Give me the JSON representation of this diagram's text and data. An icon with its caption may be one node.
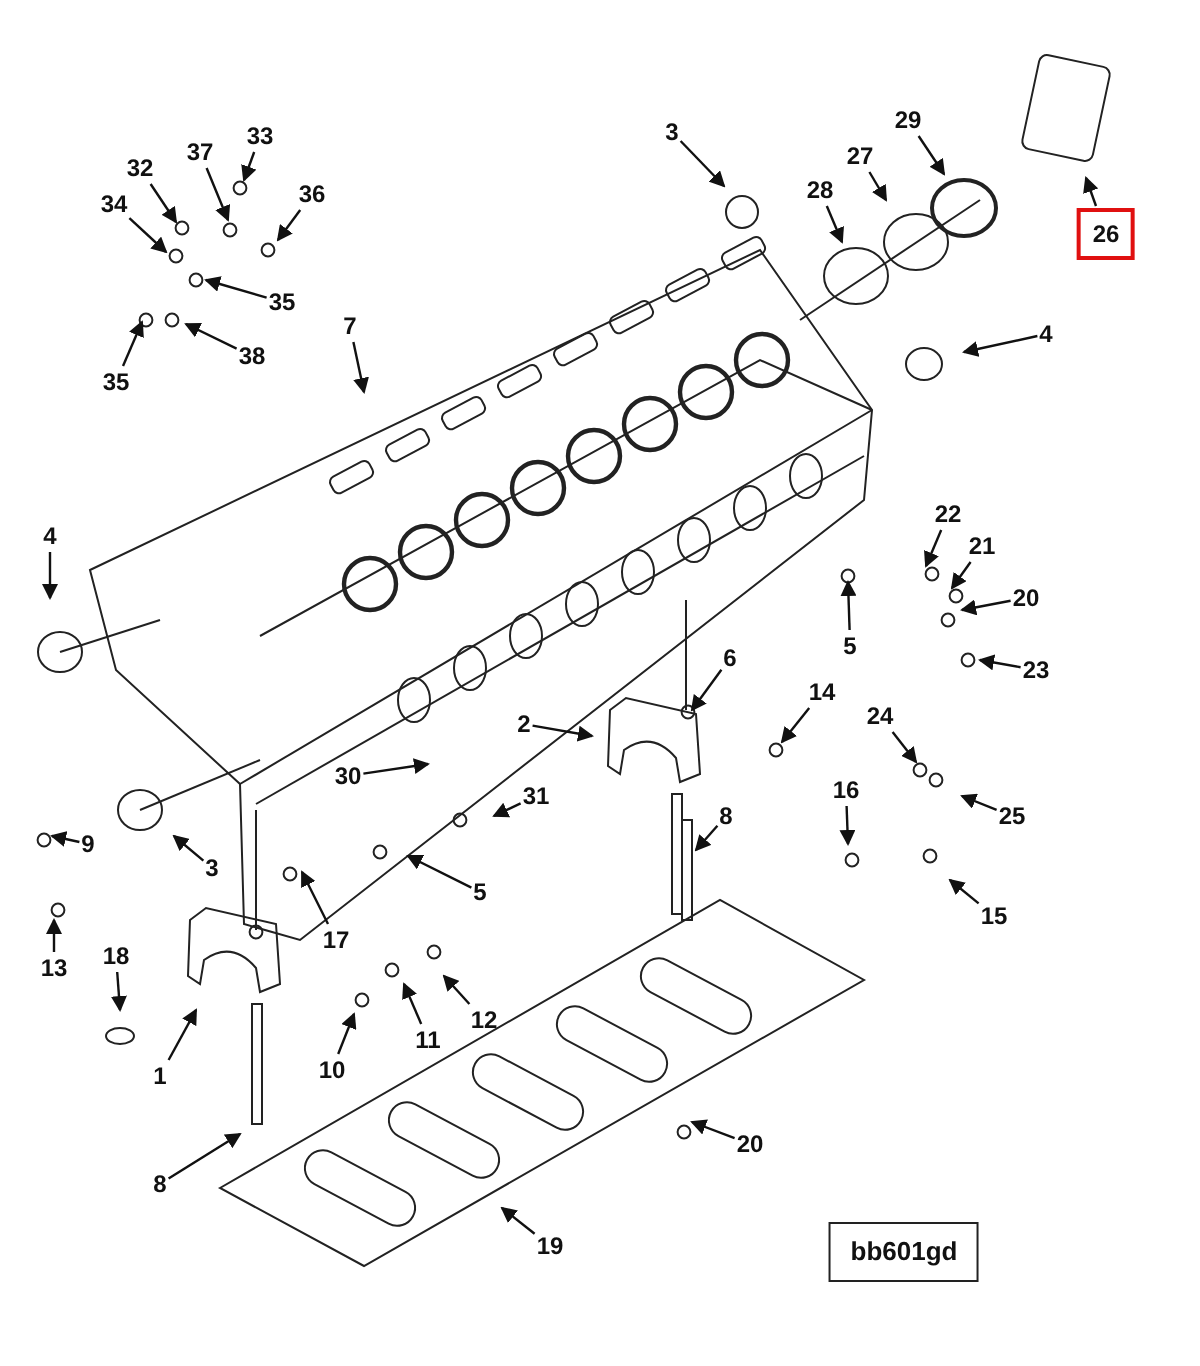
{
  "diagram": {
    "nodes": [
      {
        "text": [
          "33"
        ]
      },
      {
        "text": [
          "37"
        ]
      },
      {
        "text": [
          "32"
        ]
      },
      {
        "text": [
          "36"
        ]
      },
      {
        "text": [
          "34"
        ]
      },
      {
        "text": [
          "35"
        ]
      },
      {
        "text": [
          "38"
        ]
      },
      {
        "text": [
          "35"
        ]
      },
      {
        "text": [
          "7"
        ]
      },
      {
        "text": [
          "3"
        ]
      },
      {
        "text": [
          "28"
        ]
      },
      {
        "text": [
          "27"
        ]
      },
      {
        "text": [
          "29"
        ]
      },
      {
        "text": [
          "26"
        ]
      },
      {
        "text": [
          "4"
        ]
      },
      {
        "text": [
          "4"
        ]
      },
      {
        "text": [
          "22"
        ]
      },
      {
        "text": [
          "21"
        ]
      },
      {
        "text": [
          "20"
        ]
      },
      {
        "text": [
          "23"
        ]
      },
      {
        "text": [
          "5"
        ]
      },
      {
        "text": [
          "6"
        ]
      },
      {
        "text": [
          "14"
        ]
      },
      {
        "text": [
          "2"
        ]
      },
      {
        "text": [
          "31"
        ]
      },
      {
        "text": [
          "30"
        ]
      },
      {
        "text": [
          "24"
        ]
      },
      {
        "text": [
          "25"
        ]
      },
      {
        "text": [
          "8"
        ]
      },
      {
        "text": [
          "16"
        ]
      },
      {
        "text": [
          "15"
        ]
      },
      {
        "text": [
          "9"
        ]
      },
      {
        "text": [
          "3"
        ]
      },
      {
        "text": [
          "5"
        ]
      },
      {
        "text": [
          "17"
        ]
      },
      {
        "text": [
          "13"
        ]
      },
      {
        "text": [
          "18"
        ]
      },
      {
        "text": [
          "12"
        ]
      },
      {
        "text": [
          "11"
        ]
      },
      {
        "text": [
          "10"
        ]
      },
      {
        "text": [
          "1"
        ]
      },
      {
        "text": [
          "8"
        ]
      },
      {
        "text": [
          "20"
        ]
      },
      {
        "text": [
          "19"
        ]
      },
      {
        "text": [
          "bb601gd"
        ]
      }
    ],
    "edges": [
      {
        "from": 0,
        "to": null,
        "arrow": "to"
      },
      {
        "from": 1,
        "to": null,
        "arrow": "to"
      },
      {
        "from": 2,
        "to": null,
        "arrow": "to"
      },
      {
        "from": 3,
        "to": null,
        "arrow": "to"
      },
      {
        "from": 4,
        "to": null,
        "arrow": "to"
      },
      {
        "from": 5,
        "to": null,
        "arrow": "to"
      },
      {
        "from": 6,
        "to": null,
        "arrow": "to"
      },
      {
        "from": 7,
        "to": null,
        "arrow": "to"
      },
      {
        "from": 8,
        "to": null,
        "arrow": "to"
      },
      {
        "from": 9,
        "to": null,
        "arrow": "to"
      },
      {
        "from": 10,
        "to": null,
        "arrow": "to"
      },
      {
        "from": 11,
        "to": null,
        "arrow": "to"
      },
      {
        "from": 12,
        "to": null,
        "arrow": "to"
      },
      {
        "from": 13,
        "to": null,
        "arrow": "to"
      },
      {
        "from": 14,
        "to": null,
        "arrow": "to"
      },
      {
        "from": 15,
        "to": null,
        "arrow": "to"
      },
      {
        "from": 16,
        "to": null,
        "arrow": "to"
      },
      {
        "from": 17,
        "to": null,
        "arrow": "to"
      },
      {
        "from": 18,
        "to": null,
        "arrow": "to"
      },
      {
        "from": 19,
        "to": null,
        "arrow": "to"
      },
      {
        "from": 20,
        "to": null,
        "arrow": "to"
      },
      {
        "from": 21,
        "to": null,
        "arrow": "to"
      },
      {
        "from": 22,
        "to": null,
        "arrow": "to"
      },
      {
        "from": 23,
        "to": null,
        "arrow": "to"
      },
      {
        "from": 24,
        "to": null,
        "arrow": "to"
      },
      {
        "from": 25,
        "to": null,
        "arrow": "to"
      },
      {
        "from": 26,
        "to": null,
        "arrow": "to"
      },
      {
        "from": 27,
        "to": null,
        "arrow": "to"
      },
      {
        "from": 28,
        "to": null,
        "arrow": "to"
      },
      {
        "from": 29,
        "to": null,
        "arrow": "to"
      },
      {
        "from": 30,
        "to": null,
        "arrow": "to"
      },
      {
        "from": 31,
        "to": null,
        "arrow": "to"
      },
      {
        "from": 32,
        "to": null,
        "arrow": "to"
      },
      {
        "from": 33,
        "to": null,
        "arrow": "to"
      },
      {
        "from": 34,
        "to": null,
        "arrow": "to"
      },
      {
        "from": 35,
        "to": null,
        "arrow": "to"
      },
      {
        "from": 36,
        "to": null,
        "arrow": "to"
      },
      {
        "from": 37,
        "to": null,
        "arrow": "to"
      },
      {
        "from": 38,
        "to": null,
        "arrow": "to"
      },
      {
        "from": 39,
        "to": null,
        "arrow": "to"
      },
      {
        "from": 40,
        "to": null,
        "arrow": "to"
      },
      {
        "from": 41,
        "to": null,
        "arrow": "to"
      },
      {
        "from": 42,
        "to": null,
        "arrow": "to"
      },
      {
        "from": 43,
        "to": null,
        "arrow": "to"
      }
    ]
  }
}
